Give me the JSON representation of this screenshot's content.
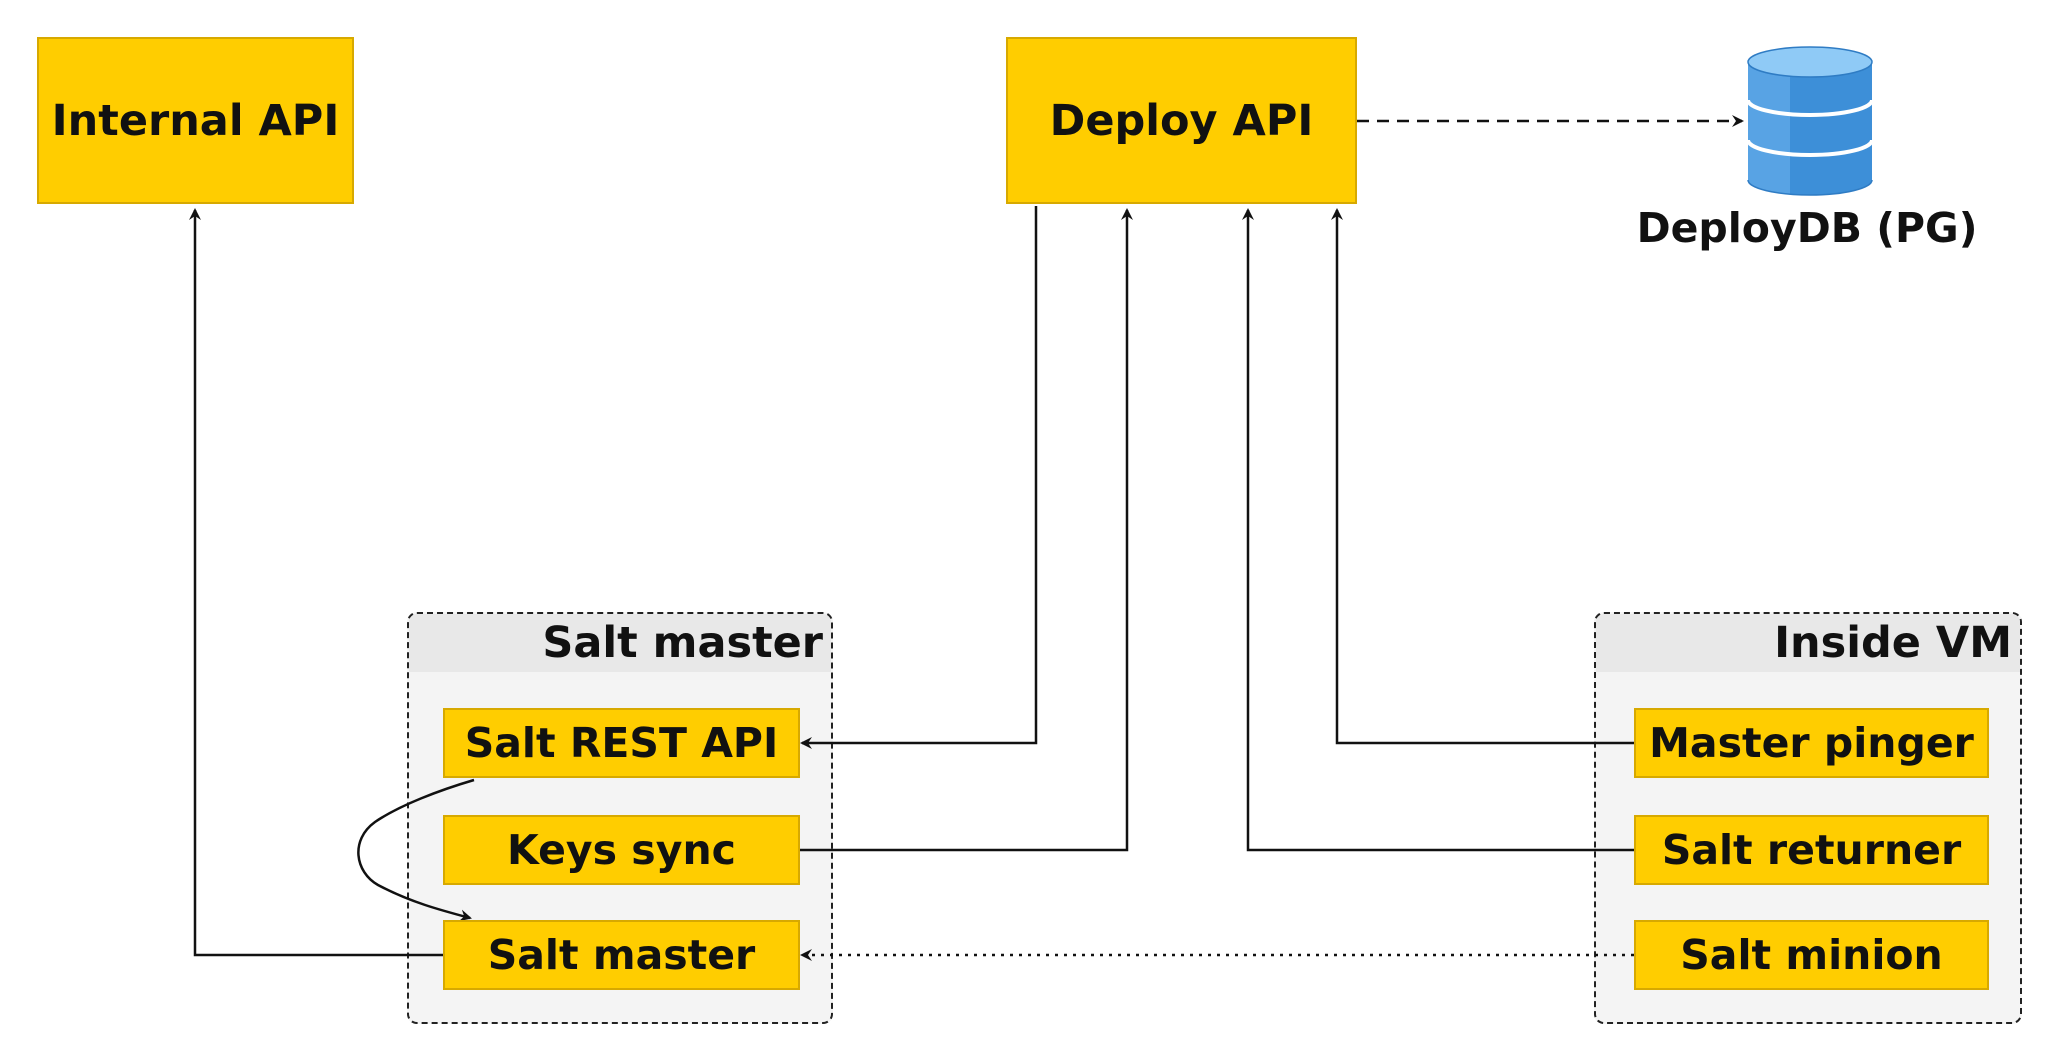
{
  "nodes": {
    "internal_api": "Internal API",
    "deploy_api": "Deploy API",
    "deploy_db": "DeployDB (PG)",
    "salt_rest_api": "Salt REST API",
    "keys_sync": "Keys sync",
    "salt_master": "Salt master",
    "master_pinger": "Master pinger",
    "salt_returner": "Salt returner",
    "salt_minion": "Salt minion"
  },
  "groups": {
    "salt_master_group": "Salt master",
    "inside_vm_group": "Inside VM"
  },
  "icons": {
    "database": "database-icon"
  },
  "colors": {
    "node_fill": "#ffcd00",
    "node_border": "#d7a900",
    "db_blue": "#3d8fd8"
  }
}
